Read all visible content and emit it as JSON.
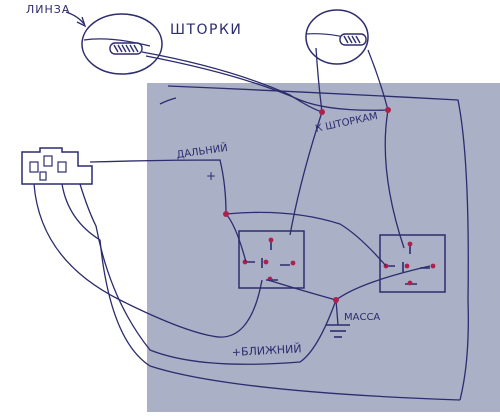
{
  "colors": {
    "paper": "#ffffff",
    "sheet": "#aab0c6",
    "ink": "#2c2c6e",
    "node": "#b0204e"
  },
  "labels": {
    "lens": "ЛИНЗА",
    "shutters": "ШТОРКИ",
    "to_shutters": "К ШТОРКАМ",
    "high_beam": "ДАЛЬНИЙ",
    "plus": "+",
    "ground": "МАССА",
    "low_beam": "+БЛИЖНИЙ"
  },
  "icons": {
    "lens_assembly": "lens-shutter-icon",
    "connector": "headlight-connector-icon",
    "relay": "relay-icon",
    "ground": "ground-symbol-icon"
  }
}
